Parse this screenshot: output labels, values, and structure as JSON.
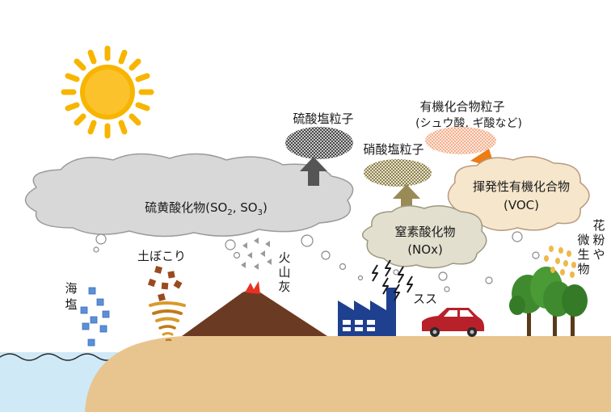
{
  "labels": {
    "sulfur_oxides_main": "硫黄酸化物(SO",
    "sulfur_oxides_sub1": "2",
    "sulfur_oxides_mid": ", SO",
    "sulfur_oxides_sub2": "3",
    "sulfur_oxides_end": ")",
    "sulfate_particles": "硫酸塩粒子",
    "nitrate_particles": "硝酸塩粒子",
    "organic_particles_line1": "有機化合物粒子",
    "organic_particles_line2": "(シュウ酸, ギ酸など)",
    "voc_line1": "揮発性有機化合物",
    "voc_line2": "(VOC)",
    "nox_line1": "窒素酸化物",
    "nox_line2": "(NOx)",
    "dust": "土ぼこり",
    "volcanic_ash": [
      "火",
      "山",
      "灰"
    ],
    "sea_salt": [
      "海",
      "塩"
    ],
    "soot": "スス",
    "pollen": [
      "花",
      "粉",
      "や",
      "微",
      "生",
      "物"
    ]
  },
  "colors": {
    "sea": "#cfe9f7",
    "ground": "#e8c48f",
    "sun": "#f7b500",
    "cloud_gray": "#d8d8d8",
    "cloud_beige": "#f6e6cc",
    "cloud_olive": "#e2dfcf",
    "factory": "#1f3f8f",
    "car": "#b8202a",
    "volcano": "#6b3a22",
    "tree": "#3f8a2e",
    "arrow_gray": "#555555",
    "arrow_olive": "#9a8a55",
    "arrow_orange": "#ee7c12",
    "salt_square": "#5b8fd9",
    "dust_square": "#9a4a20"
  },
  "icons": [
    "sun-icon",
    "volcano-icon",
    "factory-icon",
    "car-icon",
    "tornado-icon",
    "tree-icon"
  ]
}
